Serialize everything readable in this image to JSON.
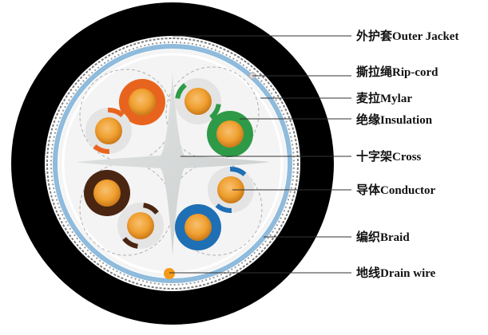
{
  "labels": {
    "outer_jacket": "外护套Outer Jacket",
    "rip_cord": "撕拉绳Rip-cord",
    "mylar": "麦拉Mylar",
    "insulation": "绝缘Insulation",
    "cross": "十字架Cross",
    "conductor": "导体Conductor",
    "braid": "编织Braid",
    "drain_wire": "地线Drain wire"
  },
  "colors": {
    "jacket": "#000000",
    "mylar": "#8fbbdc",
    "braid": "#9a9a9a",
    "inner_fill": "#f4f4f4",
    "cross": "#d9dcdc",
    "conductor": "#f0a030",
    "drain_wire": "#f39a1a",
    "pair_orange": "#e8641e",
    "pair_green": "#2e9a48",
    "pair_blue": "#1f6fb5",
    "pair_brown": "#4a2612",
    "insulation_white": "#e4e4e4"
  },
  "wires": [
    {
      "name": "orange",
      "color": "#e8641e",
      "striped": false
    },
    {
      "name": "white-orange",
      "color": "#e8641e",
      "striped": true
    },
    {
      "name": "white-green",
      "color": "#2e9a48",
      "striped": true
    },
    {
      "name": "green",
      "color": "#2e9a48",
      "striped": false
    },
    {
      "name": "white-blue",
      "color": "#1f6fb5",
      "striped": true
    },
    {
      "name": "blue",
      "color": "#1f6fb5",
      "striped": false
    },
    {
      "name": "brown",
      "color": "#4a2612",
      "striped": false
    },
    {
      "name": "white-brown",
      "color": "#4a2612",
      "striped": true
    }
  ]
}
